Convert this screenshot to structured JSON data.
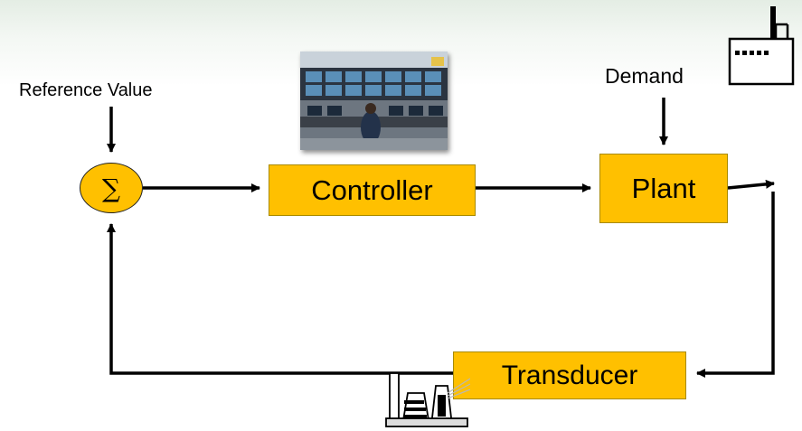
{
  "diagram": {
    "reference_label": "Reference Value",
    "demand_label": "Demand",
    "sum_symbol": "∑",
    "blocks": {
      "controller": "Controller",
      "plant": "Plant",
      "transducer": "Transducer"
    }
  },
  "colors": {
    "block_fill": "#ffc000",
    "line": "#000000",
    "background_band": "#e4ede4"
  },
  "icons": [
    "control-room-photo",
    "factory-icon",
    "power-plant-icon"
  ]
}
